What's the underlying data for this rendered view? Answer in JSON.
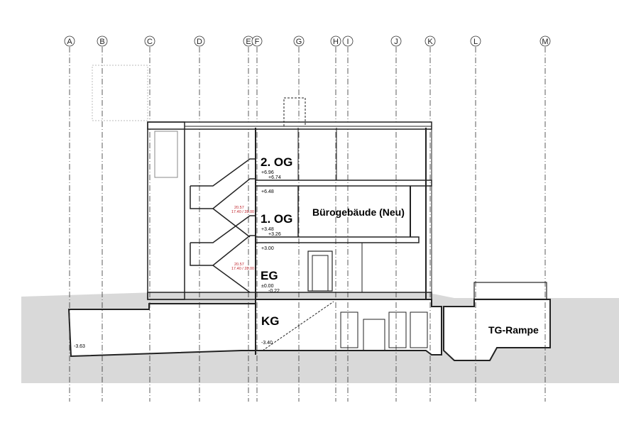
{
  "axes": [
    "A",
    "B",
    "C",
    "D",
    "E",
    "F",
    "G",
    "H",
    "I",
    "J",
    "K",
    "L",
    "M"
  ],
  "floors": [
    "2. OG",
    "1. OG",
    "EG",
    "KG"
  ],
  "rooms": {
    "main": "Bürogebäude (Neu)",
    "ramp": "TG-Rampe"
  },
  "elevations": {
    "og2_top": "+6.96",
    "og2_mid": "+6.74",
    "og2_low": "+6.48",
    "og1_top": "+3.48",
    "og1_mid": "+3.26",
    "og1_low": "+3.00",
    "eg_top": "±0.00",
    "eg_low": "-0.22",
    "kg": "-3.40",
    "basement": "-3.63"
  },
  "stair_notes": {
    "upper_a": "20.57",
    "upper_b": "17.40 / 28.00",
    "lower_a": "20.57",
    "lower_b": "17.40 / 28.00"
  },
  "colors": {
    "line": "#222222",
    "ground": "#d9d9d9",
    "red": "#c0262d"
  }
}
